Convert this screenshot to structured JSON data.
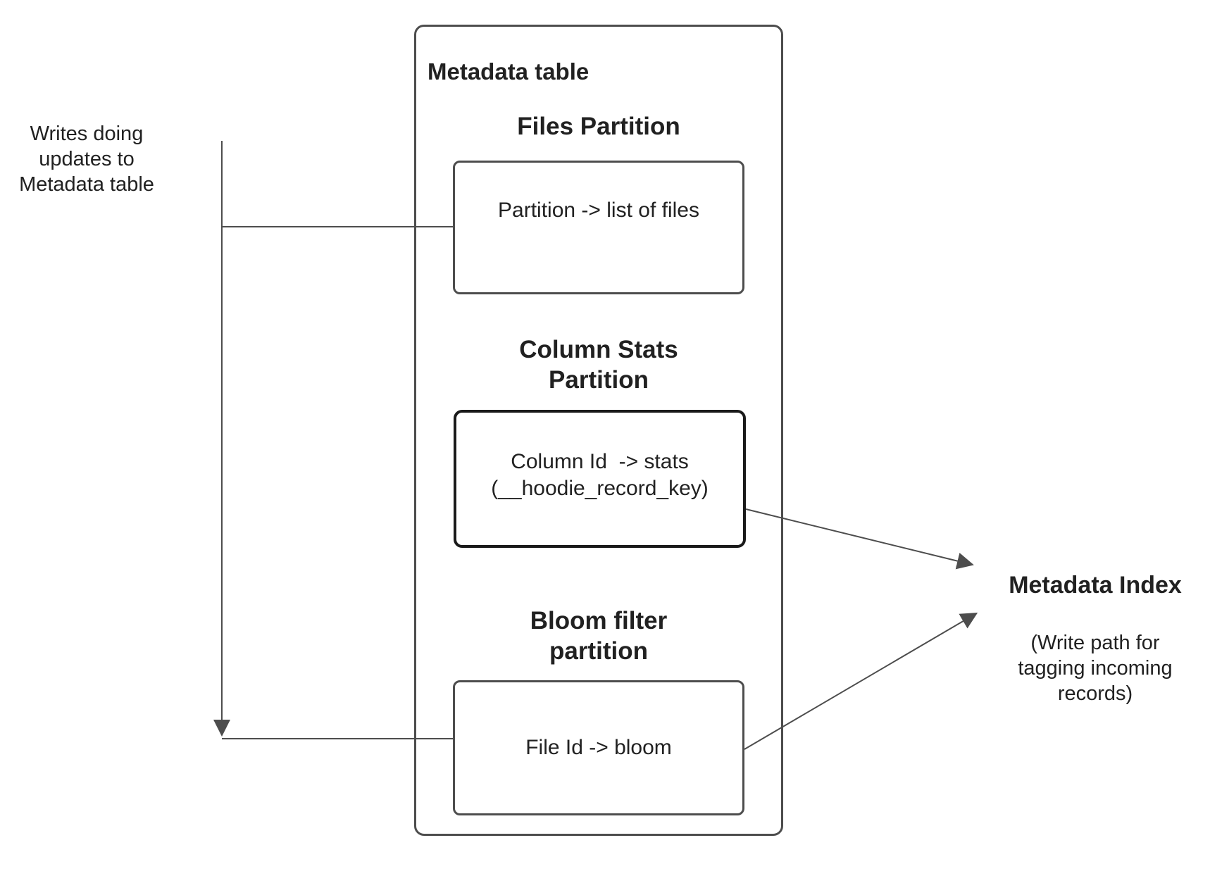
{
  "colors": {
    "background": "#ffffff",
    "box_border": "#4d4d4d",
    "stats_box_border": "#1a1a1a",
    "connector": "#4d4d4d",
    "text": "#212121"
  },
  "left_note": {
    "line1": "Writes doing",
    "line2": "updates to",
    "line3": "Metadata table"
  },
  "metadata_table": {
    "title": "Metadata table",
    "files_partition": {
      "heading": "Files Partition",
      "body": "Partition -> list of files"
    },
    "column_stats_partition": {
      "heading_line1": "Column Stats",
      "heading_line2": "Partition",
      "body_line1": "Column Id  -> stats",
      "body_line2": "(__hoodie_record_key)"
    },
    "bloom_filter_partition": {
      "heading_line1": "Bloom filter",
      "heading_line2": "partition",
      "body": "File Id -> bloom"
    }
  },
  "metadata_index": {
    "title": "Metadata Index",
    "note_line1": "(Write path for",
    "note_line2": "tagging incoming",
    "note_line3": "records)"
  }
}
